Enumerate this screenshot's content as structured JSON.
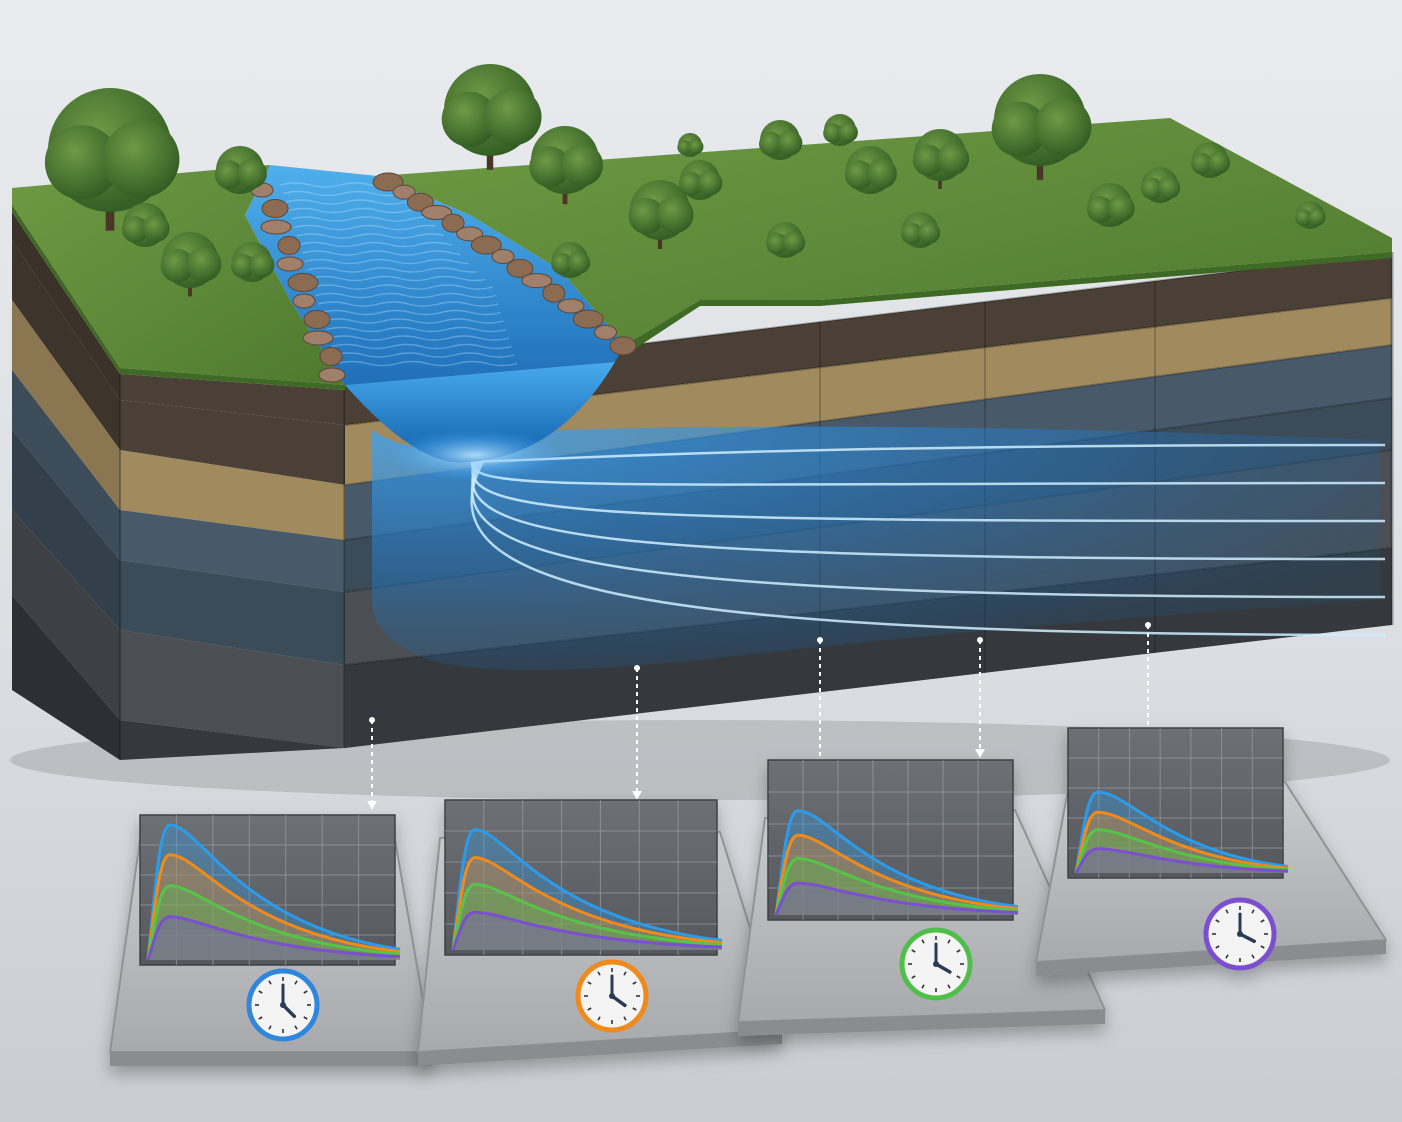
{
  "colors": {
    "background": "#e2e5e8",
    "grass": "#5f8a3a",
    "river": "#2f8fd6",
    "flow_line": "#cfefff",
    "panel": "#b8babd",
    "curve_series": [
      "#2f9be8",
      "#f08a1c",
      "#56c447",
      "#7b4fd1"
    ],
    "clock_rims": [
      "#2f86dd",
      "#f08a1c",
      "#4fbf4a",
      "#7b4fd1"
    ]
  },
  "layers": [
    {
      "name": "topsoil",
      "color": "#4a4036"
    },
    {
      "name": "sand",
      "color": "#a08a5e"
    },
    {
      "name": "aquifer-upper",
      "color": "#485a6a"
    },
    {
      "name": "aquifer-lower",
      "color": "#3c4b58"
    },
    {
      "name": "gravel",
      "color": "#4b4e52"
    },
    {
      "name": "bedrock",
      "color": "#35393d"
    }
  ],
  "flow_lines": [
    {
      "spread": 0.0
    },
    {
      "spread": 0.2
    },
    {
      "spread": 0.4
    },
    {
      "spread": 0.6
    },
    {
      "spread": 0.8
    },
    {
      "spread": 1.0
    }
  ],
  "stations": [
    {
      "id": 1,
      "clock_icon": "clock-icon",
      "rim_color": "#2f86dd",
      "decay": [
        1.0,
        0.78,
        0.55,
        0.32
      ]
    },
    {
      "id": 2,
      "clock_icon": "clock-icon",
      "rim_color": "#f08a1c",
      "decay": [
        0.86,
        0.66,
        0.47,
        0.27
      ]
    },
    {
      "id": 3,
      "clock_icon": "clock-icon",
      "rim_color": "#4fbf4a",
      "decay": [
        0.72,
        0.55,
        0.39,
        0.22
      ]
    },
    {
      "id": 4,
      "clock_icon": "clock-icon",
      "rim_color": "#7b4fd1",
      "decay": [
        0.6,
        0.45,
        0.32,
        0.18
      ]
    }
  ]
}
